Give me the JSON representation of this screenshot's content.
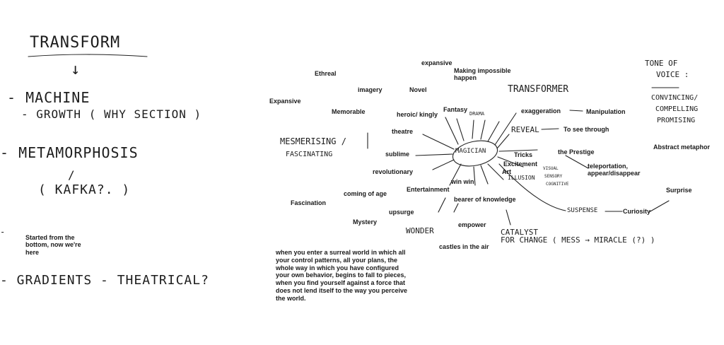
{
  "left": {
    "transform": "TRANSFORM",
    "arrow": "↓",
    "machine": "- MACHINE",
    "growth": "- GROWTH ( WHY SECTION )",
    "metamorphosis": "- METAMORPHOSIS",
    "tick": "/",
    "kafka": "( KAFKA?. )",
    "dash": "-",
    "started": "Started from the bottom, now we're here",
    "gradients": "- GRADIENTS - THEATRICAL?"
  },
  "map": {
    "center": "MAGICIAN",
    "words": {
      "expansive_top": "expansive",
      "making_impossible": "Making impossible happen",
      "ethreal": "Ethreal",
      "imagery": "imagery",
      "novel": "Novel",
      "expansive_left": "Expansive",
      "memorable": "Memorable",
      "heroic": "heroic/ kingly",
      "fantasy": "Fantasy",
      "drama": "DRAMA",
      "transformer": "TRANSFORMER",
      "exaggeration": "exaggeration",
      "manipulation": "Manipulation",
      "theatre": "theatre",
      "reveal": "REVEAL",
      "see_through": "To see through",
      "mesmerising": "MESMERISING /",
      "fascinating_hw": "FASCINATING",
      "sublime": "sublime",
      "tricks": "Tricks",
      "prestige": "the Prestige",
      "excitement": "Excitement",
      "art": "Art",
      "illusion": "ILLUSION",
      "visual": "VISUAL",
      "sensory": "SENSORY",
      "cognitive": "COGNITIVE",
      "teleportation": "teleportation, appear/disappear",
      "revolutionary": "revolutionary",
      "win_win": "win win",
      "entertainment": "Entertainment",
      "coming_of_age": "coming of age",
      "fascination": "Fascination",
      "bearer": "bearer of knowledge",
      "upsurge": "upsurge",
      "suspense": "SUSPENSE",
      "curiosity": "Curiosity",
      "surprise": "Surprise",
      "mystery": "Mystery",
      "empower": "empower",
      "wonder": "WONDER",
      "catalyst": "CATALYST",
      "for_change": "FOR CHANGE ( MESS → MIRACLE (?) )",
      "castles": "castles in the air"
    }
  },
  "right": {
    "tone_line1": "TONE OF",
    "tone_line2": "VOICE :",
    "convincing": "CONVINCING/",
    "compelling": "COMPELLING",
    "promising": "PROMISING",
    "abstract": "Abstract metaphor"
  },
  "quote": "when you enter a surreal world in which all your control patterns, all your plans, the whole way in which you have configured your own behavior, begins to fall to pieces, when you find yourself against a force that does not lend itself to the way you perceive the world."
}
